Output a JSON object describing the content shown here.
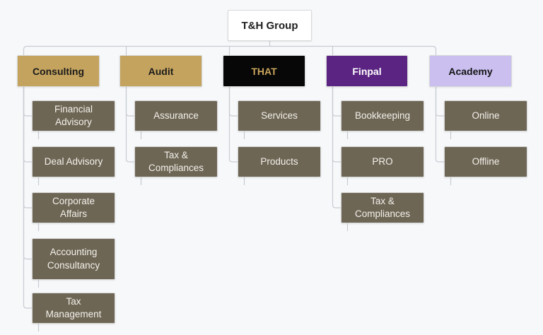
{
  "canvas": {
    "background": "#F7F8FA",
    "connector_color": "#C7CBD1",
    "child_bg": "#6E6655",
    "child_text_color": "#F3F1EB"
  },
  "root": {
    "label": "T&H Group",
    "bg": "#FFFFFF",
    "text_color": "#1E1E1E"
  },
  "branches": [
    {
      "label": "Consulting",
      "bg": "#C4A35E",
      "text_color": "#1B1B1B",
      "children": [
        "Financial Advisory",
        "Deal Advisory",
        "Corporate Affairs",
        "Accounting Consultancy",
        "Tax Management"
      ]
    },
    {
      "label": "Audit",
      "bg": "#C4A35E",
      "text_color": "#1B1B1B",
      "children": [
        "Assurance",
        "Tax & Compliances"
      ]
    },
    {
      "label": "THAT",
      "bg": "#070707",
      "text_color": "#C9A45C",
      "children": [
        "Services",
        "Products"
      ]
    },
    {
      "label": "Finpal",
      "bg": "#5B2482",
      "text_color": "#FFFFFF",
      "children": [
        "Bookkeeping",
        "PRO",
        "Tax & Compliances"
      ]
    },
    {
      "label": "Academy",
      "bg": "#CBBFF0",
      "text_color": "#141414",
      "children": [
        "Online",
        "Offline"
      ]
    }
  ]
}
